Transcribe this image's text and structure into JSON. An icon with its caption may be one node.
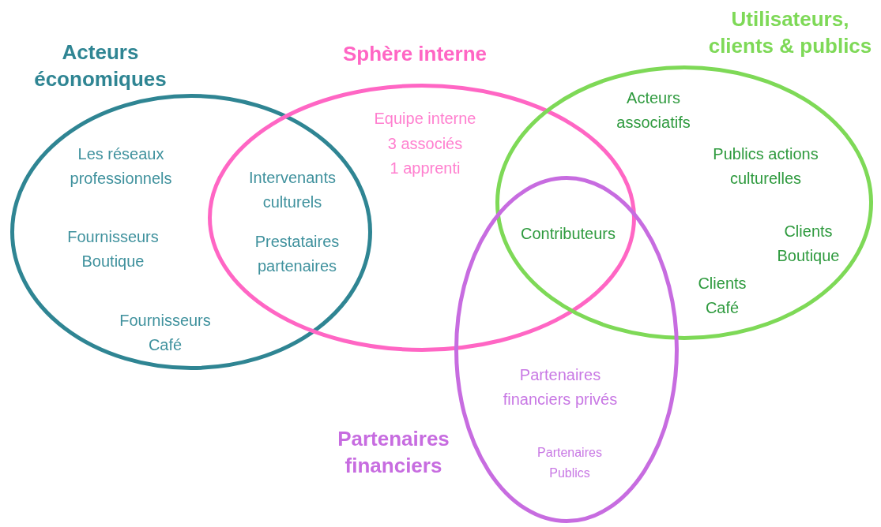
{
  "diagram": {
    "nodes": [
      {
        "text": [
          "Acteurs économiques"
        ]
      },
      {
        "text": [
          "Sphère interne"
        ]
      },
      {
        "text": [
          "Utilisateurs, clients & publics"
        ]
      },
      {
        "text": [
          "Partenaires financiers"
        ]
      }
    ],
    "labels": [
      "Les réseaux professionnels",
      "Fournisseurs Boutique",
      "Fournisseurs Café",
      "Intervenants culturels",
      "Prestataires partenaires",
      "Equipe interne",
      "3 associés",
      "1 apprenti",
      "Contributeurs",
      "Acteurs associatifs",
      "Publics actions culturelles",
      "Clients Boutique",
      "Clients Café",
      "Partenaires financiers privés",
      "Partenaires Publics"
    ]
  }
}
